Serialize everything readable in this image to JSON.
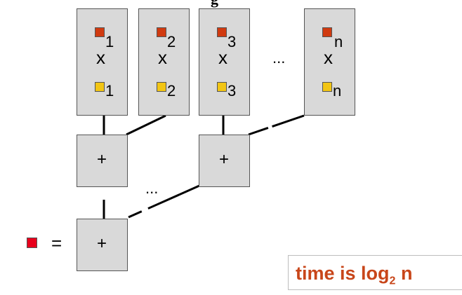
{
  "top_fragment": "g",
  "multiply_boxes": [
    {
      "index": "1",
      "op": "x",
      "index2": "1"
    },
    {
      "index": "2",
      "op": "x",
      "index2": "2"
    },
    {
      "index": "3",
      "op": "x",
      "index2": "3"
    },
    {
      "index": "n",
      "op": "x",
      "index2": "n"
    }
  ],
  "ellipsis_top": "...",
  "ellipsis_mid": "...",
  "add_boxes": [
    {
      "op": "+"
    },
    {
      "op": "+"
    },
    {
      "op": "+"
    }
  ],
  "result_equals": "=",
  "timing": {
    "prefix": "time is log",
    "base": "2",
    "suffix": " n"
  },
  "colors": {
    "red_square": "#d03a10",
    "yellow_square": "#f2c514",
    "timing_text": "#c8461a"
  }
}
